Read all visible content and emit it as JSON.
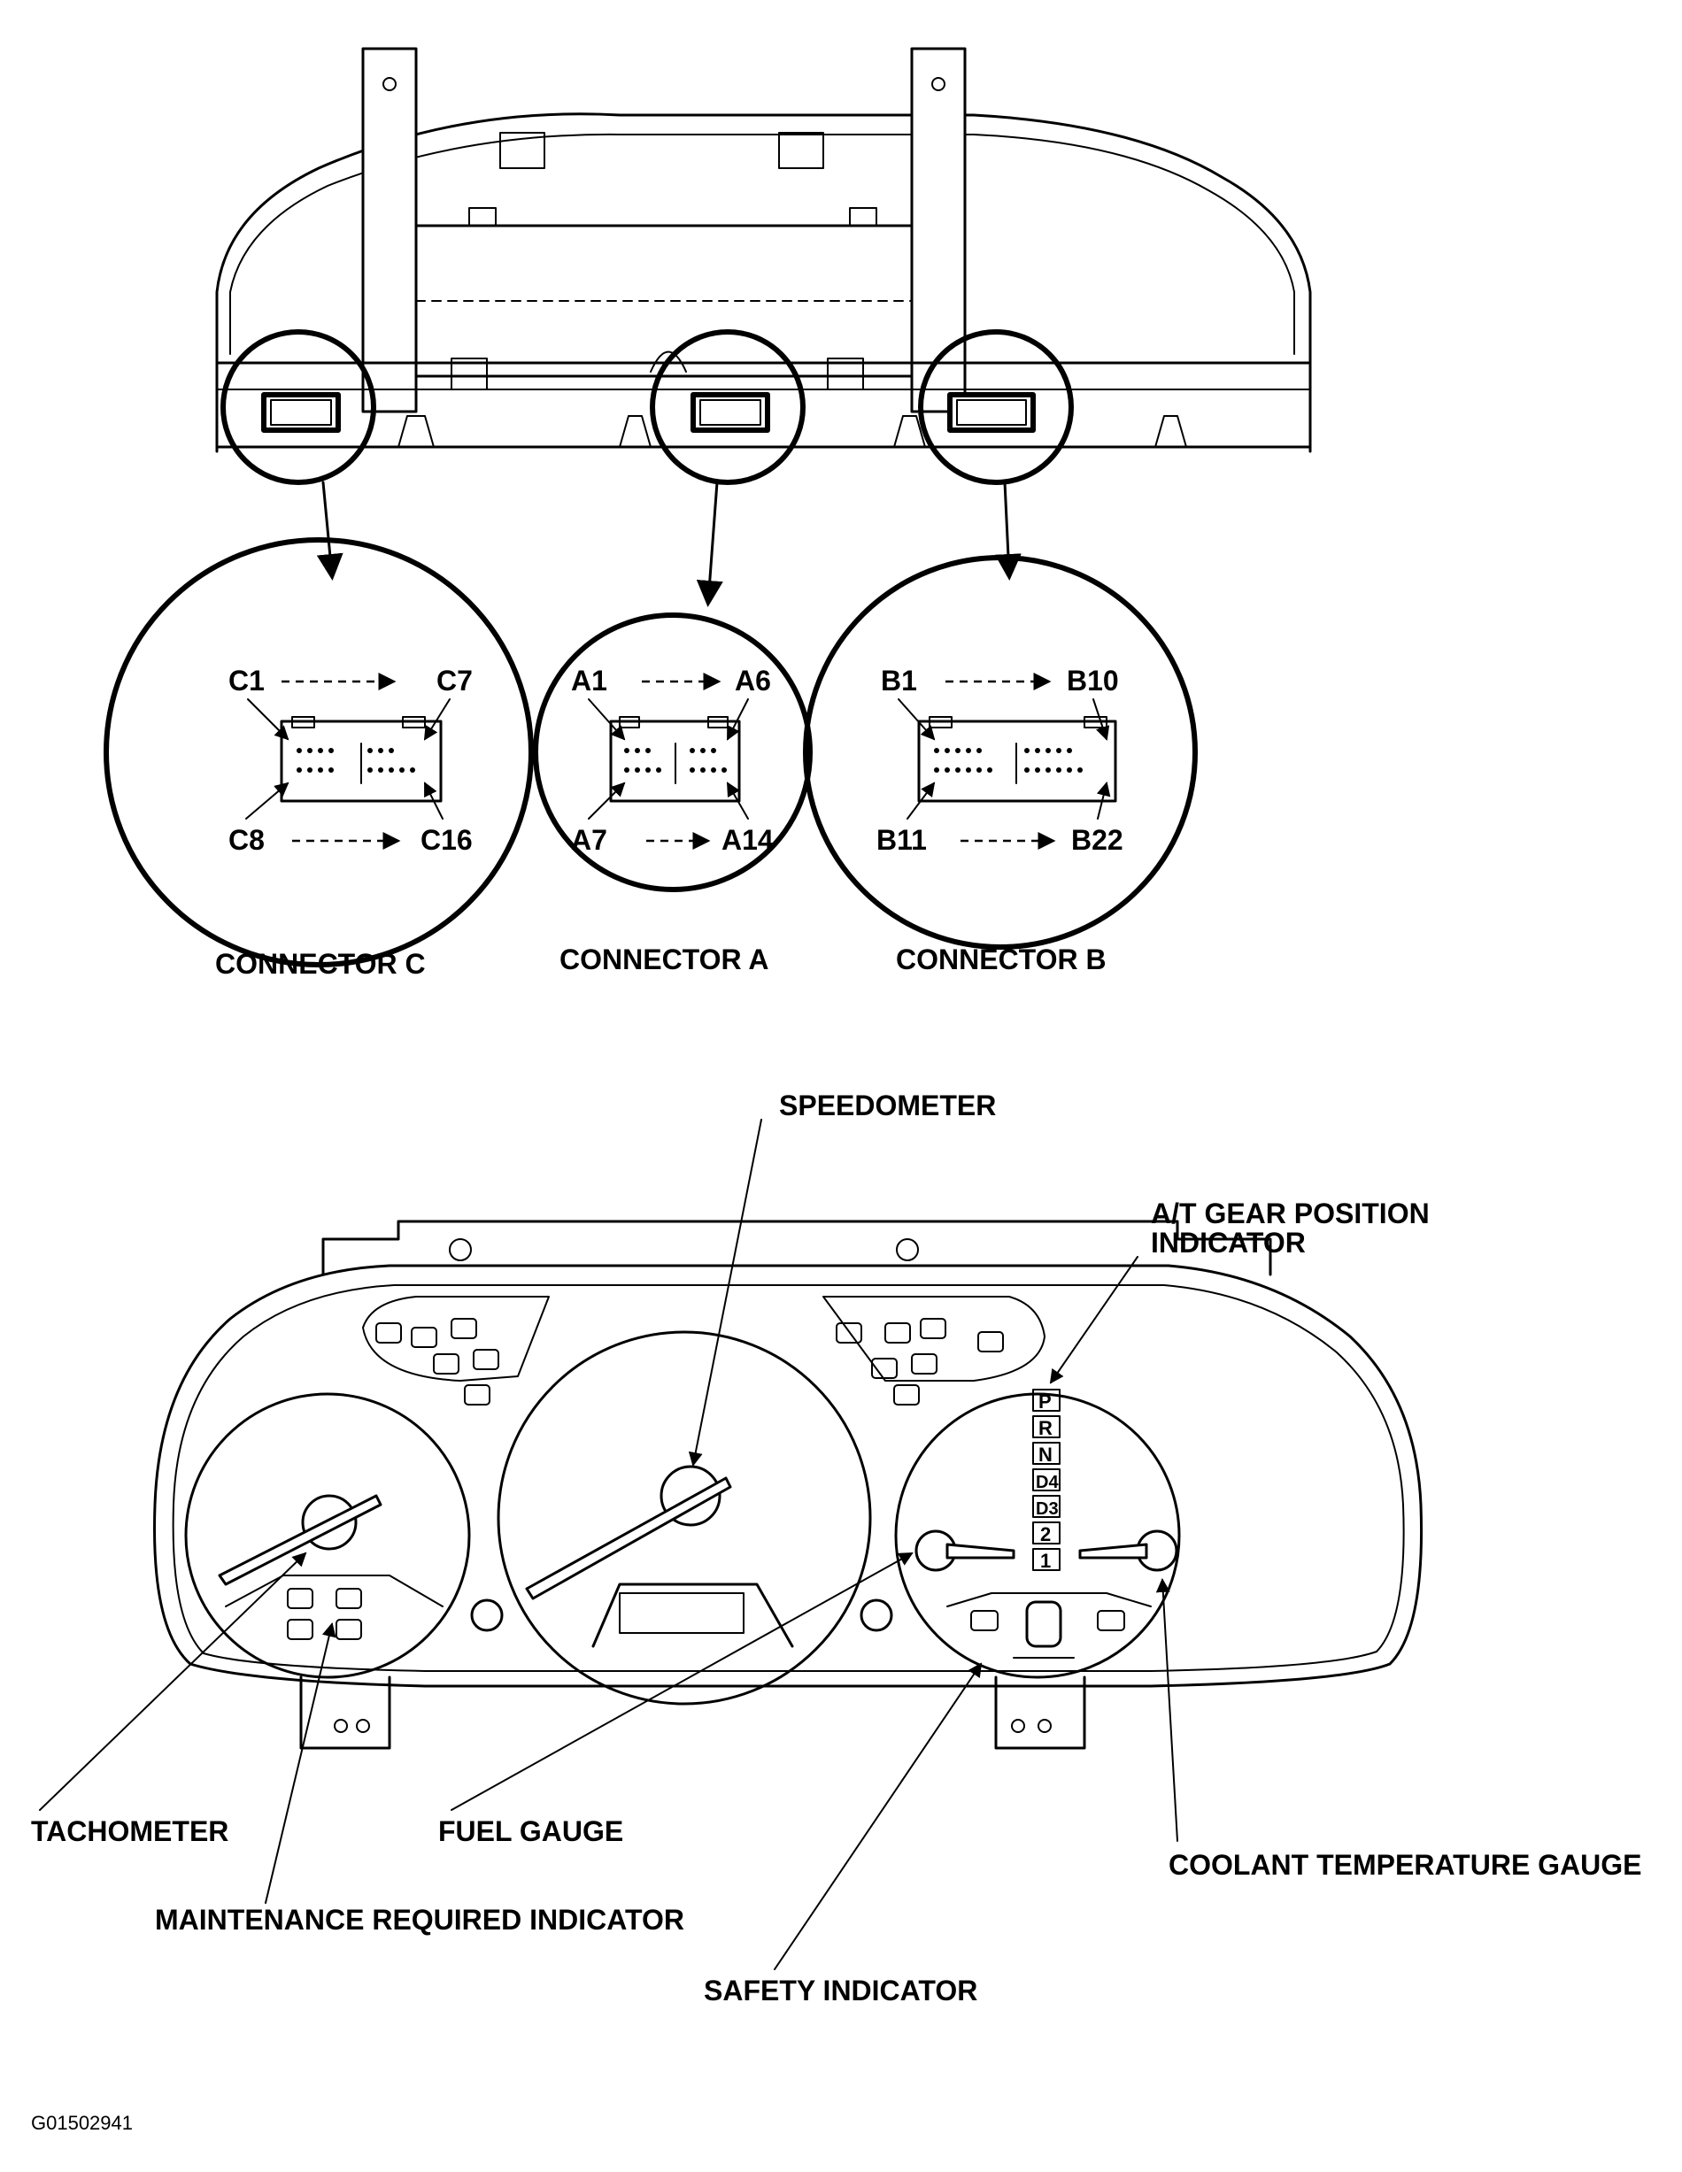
{
  "connectors": {
    "C": {
      "top_left": "C1",
      "top_right": "C7",
      "bottom_left": "C8",
      "bottom_right": "C16",
      "name": "CONNECTOR C"
    },
    "A": {
      "top_left": "A1",
      "top_right": "A6",
      "bottom_left": "A7",
      "bottom_right": "A14",
      "name": "CONNECTOR A"
    },
    "B": {
      "top_left": "B1",
      "top_right": "B10",
      "bottom_left": "B11",
      "bottom_right": "B22",
      "name": "CONNECTOR B"
    }
  },
  "gauges": {
    "speedometer": "SPEEDOMETER",
    "gear_indicator_line1": "A/T GEAR POSITION",
    "gear_indicator_line2": "INDICATOR",
    "tachometer": "TACHOMETER",
    "fuel_gauge": "FUEL GAUGE",
    "coolant_gauge": "COOLANT TEMPERATURE GAUGE",
    "maintenance_indicator": "MAINTENANCE REQUIRED INDICATOR",
    "safety_indicator": "SAFETY INDICATOR"
  },
  "gear_positions": [
    "P",
    "R",
    "N",
    "D4",
    "D3",
    "2",
    "1"
  ],
  "figure_id": "G01502941"
}
